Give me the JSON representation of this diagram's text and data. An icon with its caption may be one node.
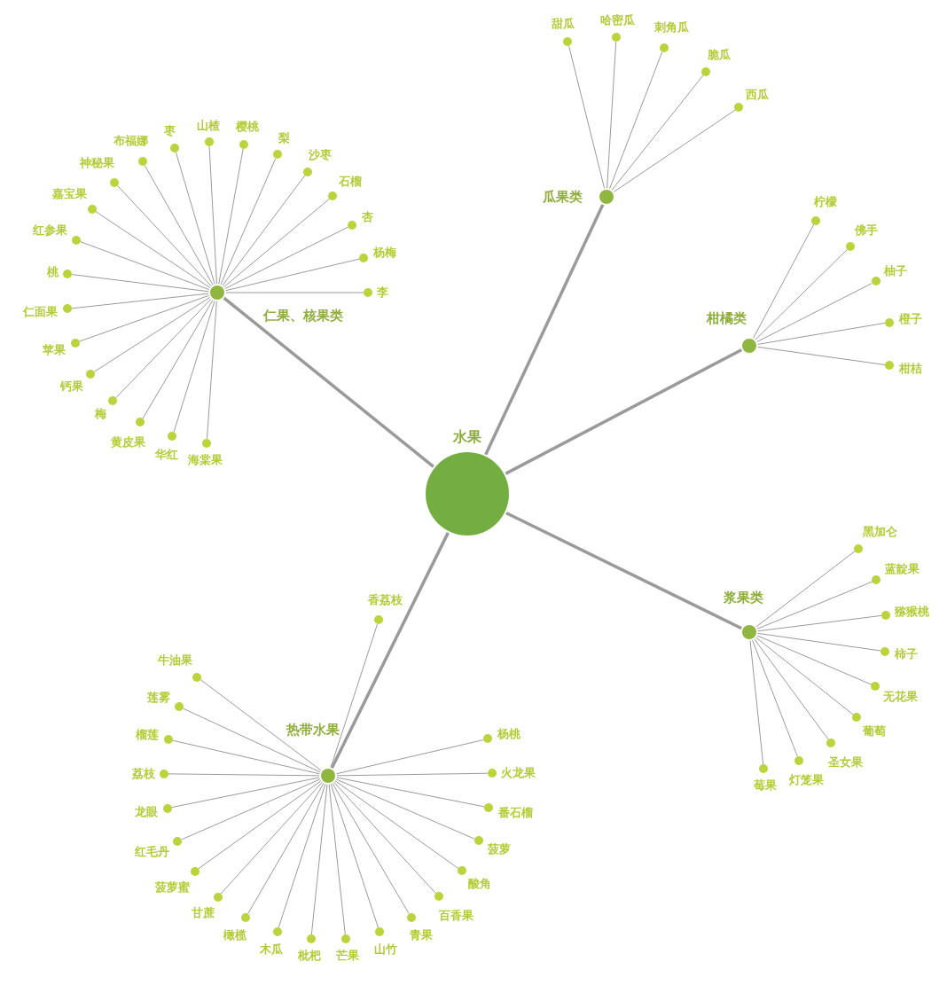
{
  "diagram": {
    "nodes": [
      {
        "text": [
          "水果"
        ]
      },
      {
        "text": [
          "仁果、核果类"
        ]
      },
      {
        "text": [
          "李"
        ]
      },
      {
        "text": [
          "杨梅"
        ]
      },
      {
        "text": [
          "杏"
        ]
      },
      {
        "text": [
          "石榴"
        ]
      },
      {
        "text": [
          "沙枣"
        ]
      },
      {
        "text": [
          "梨"
        ]
      },
      {
        "text": [
          "樱桃"
        ]
      },
      {
        "text": [
          "山楂"
        ]
      },
      {
        "text": [
          "枣"
        ]
      },
      {
        "text": [
          "布福娜"
        ]
      },
      {
        "text": [
          "神秘果"
        ]
      },
      {
        "text": [
          "嘉宝果"
        ]
      },
      {
        "text": [
          "红参果"
        ]
      },
      {
        "text": [
          "桃"
        ]
      },
      {
        "text": [
          "仁面果"
        ]
      },
      {
        "text": [
          "苹果"
        ]
      },
      {
        "text": [
          "钙果"
        ]
      },
      {
        "text": [
          "梅"
        ]
      },
      {
        "text": [
          "黄皮果"
        ]
      },
      {
        "text": [
          "华红"
        ]
      },
      {
        "text": [
          "海棠果"
        ]
      },
      {
        "text": [
          "瓜果类"
        ]
      },
      {
        "text": [
          "甜瓜"
        ]
      },
      {
        "text": [
          "哈密瓜"
        ]
      },
      {
        "text": [
          "刺角瓜"
        ]
      },
      {
        "text": [
          "脆瓜"
        ]
      },
      {
        "text": [
          "西瓜"
        ]
      },
      {
        "text": [
          "柑橘类"
        ]
      },
      {
        "text": [
          "柠檬"
        ]
      },
      {
        "text": [
          "佛手"
        ]
      },
      {
        "text": [
          "柚子"
        ]
      },
      {
        "text": [
          "橙子"
        ]
      },
      {
        "text": [
          "柑桔"
        ]
      },
      {
        "text": [
          "浆果类"
        ]
      },
      {
        "text": [
          "黑加仑"
        ]
      },
      {
        "text": [
          "蓝靛果"
        ]
      },
      {
        "text": [
          "猕猴桃"
        ]
      },
      {
        "text": [
          "柿子"
        ]
      },
      {
        "text": [
          "无花果"
        ]
      },
      {
        "text": [
          "葡萄"
        ]
      },
      {
        "text": [
          "圣女果"
        ]
      },
      {
        "text": [
          "灯笼果"
        ]
      },
      {
        "text": [
          "莓果"
        ]
      },
      {
        "text": [
          "热带水果"
        ]
      },
      {
        "text": [
          "香荔枝"
        ]
      },
      {
        "text": [
          "牛油果"
        ]
      },
      {
        "text": [
          "莲雾"
        ]
      },
      {
        "text": [
          "榴莲"
        ]
      },
      {
        "text": [
          "荔枝"
        ]
      },
      {
        "text": [
          "龙眼"
        ]
      },
      {
        "text": [
          "红毛丹"
        ]
      },
      {
        "text": [
          "菠萝蜜"
        ]
      },
      {
        "text": [
          "甘蔗"
        ]
      },
      {
        "text": [
          "橄榄"
        ]
      },
      {
        "text": [
          "木瓜"
        ]
      },
      {
        "text": [
          "枇杷"
        ]
      },
      {
        "text": [
          "芒果"
        ]
      },
      {
        "text": [
          "山竹"
        ]
      },
      {
        "text": [
          "青果"
        ]
      },
      {
        "text": [
          "百香果"
        ]
      },
      {
        "text": [
          "酸角"
        ]
      },
      {
        "text": [
          "菠萝"
        ]
      },
      {
        "text": [
          "番石榴"
        ]
      },
      {
        "text": [
          "火龙果"
        ]
      },
      {
        "text": [
          "杨桃"
        ]
      }
    ],
    "edges": [
      {
        "from": 0,
        "to": 1,
        "arrow": "none",
        "style": "thick"
      },
      {
        "from": 1,
        "to": 2,
        "arrow": "none"
      },
      {
        "from": 1,
        "to": 3,
        "arrow": "none"
      },
      {
        "from": 1,
        "to": 4,
        "arrow": "none"
      },
      {
        "from": 1,
        "to": 5,
        "arrow": "none"
      },
      {
        "from": 1,
        "to": 6,
        "arrow": "none"
      },
      {
        "from": 1,
        "to": 7,
        "arrow": "none"
      },
      {
        "from": 1,
        "to": 8,
        "arrow": "none"
      },
      {
        "from": 1,
        "to": 9,
        "arrow": "none"
      },
      {
        "from": 1,
        "to": 10,
        "arrow": "none"
      },
      {
        "from": 1,
        "to": 11,
        "arrow": "none"
      },
      {
        "from": 1,
        "to": 12,
        "arrow": "none"
      },
      {
        "from": 1,
        "to": 13,
        "arrow": "none"
      },
      {
        "from": 1,
        "to": 14,
        "arrow": "none"
      },
      {
        "from": 1,
        "to": 15,
        "arrow": "none"
      },
      {
        "from": 1,
        "to": 16,
        "arrow": "none"
      },
      {
        "from": 1,
        "to": 17,
        "arrow": "none"
      },
      {
        "from": 1,
        "to": 18,
        "arrow": "none"
      },
      {
        "from": 1,
        "to": 19,
        "arrow": "none"
      },
      {
        "from": 1,
        "to": 20,
        "arrow": "none"
      },
      {
        "from": 1,
        "to": 21,
        "arrow": "none"
      },
      {
        "from": 1,
        "to": 22,
        "arrow": "none"
      },
      {
        "from": 0,
        "to": 23,
        "arrow": "none",
        "style": "thick"
      },
      {
        "from": 23,
        "to": 24,
        "arrow": "none"
      },
      {
        "from": 23,
        "to": 25,
        "arrow": "none"
      },
      {
        "from": 23,
        "to": 26,
        "arrow": "none"
      },
      {
        "from": 23,
        "to": 27,
        "arrow": "none"
      },
      {
        "from": 23,
        "to": 28,
        "arrow": "none"
      },
      {
        "from": 0,
        "to": 29,
        "arrow": "none",
        "style": "thick"
      },
      {
        "from": 29,
        "to": 30,
        "arrow": "none"
      },
      {
        "from": 29,
        "to": 31,
        "arrow": "none"
      },
      {
        "from": 29,
        "to": 32,
        "arrow": "none"
      },
      {
        "from": 29,
        "to": 33,
        "arrow": "none"
      },
      {
        "from": 29,
        "to": 34,
        "arrow": "none"
      },
      {
        "from": 0,
        "to": 35,
        "arrow": "none",
        "style": "thick"
      },
      {
        "from": 35,
        "to": 36,
        "arrow": "none"
      },
      {
        "from": 35,
        "to": 37,
        "arrow": "none"
      },
      {
        "from": 35,
        "to": 38,
        "arrow": "none"
      },
      {
        "from": 35,
        "to": 39,
        "arrow": "none"
      },
      {
        "from": 35,
        "to": 40,
        "arrow": "none"
      },
      {
        "from": 35,
        "to": 41,
        "arrow": "none"
      },
      {
        "from": 35,
        "to": 42,
        "arrow": "none"
      },
      {
        "from": 35,
        "to": 43,
        "arrow": "none"
      },
      {
        "from": 35,
        "to": 44,
        "arrow": "none"
      },
      {
        "from": 0,
        "to": 45,
        "arrow": "none",
        "style": "thick"
      },
      {
        "from": 45,
        "to": 46,
        "arrow": "none"
      },
      {
        "from": 45,
        "to": 47,
        "arrow": "none"
      },
      {
        "from": 45,
        "to": 48,
        "arrow": "none"
      },
      {
        "from": 45,
        "to": 49,
        "arrow": "none"
      },
      {
        "from": 45,
        "to": 50,
        "arrow": "none"
      },
      {
        "from": 45,
        "to": 51,
        "arrow": "none"
      },
      {
        "from": 45,
        "to": 52,
        "arrow": "none"
      },
      {
        "from": 45,
        "to": 53,
        "arrow": "none"
      },
      {
        "from": 45,
        "to": 54,
        "arrow": "none"
      },
      {
        "from": 45,
        "to": 55,
        "arrow": "none"
      },
      {
        "from": 45,
        "to": 56,
        "arrow": "none"
      },
      {
        "from": 45,
        "to": 57,
        "arrow": "none"
      },
      {
        "from": 45,
        "to": 58,
        "arrow": "none"
      },
      {
        "from": 45,
        "to": 59,
        "arrow": "none"
      },
      {
        "from": 45,
        "to": 60,
        "arrow": "none"
      },
      {
        "from": 45,
        "to": 61,
        "arrow": "none"
      },
      {
        "from": 45,
        "to": 62,
        "arrow": "none"
      },
      {
        "from": 45,
        "to": 63,
        "arrow": "none"
      },
      {
        "from": 45,
        "to": 64,
        "arrow": "none"
      },
      {
        "from": 45,
        "to": 65,
        "arrow": "none"
      },
      {
        "from": 45,
        "to": 66,
        "arrow": "none"
      }
    ]
  }
}
